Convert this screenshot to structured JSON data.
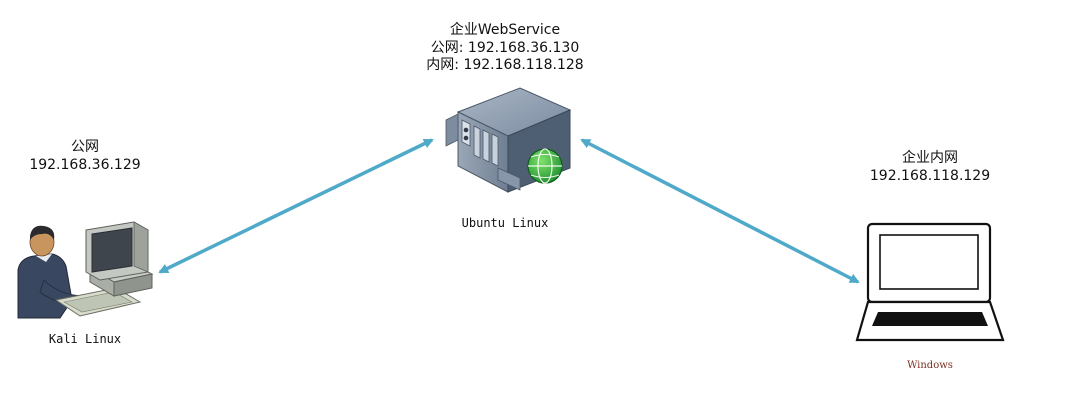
{
  "server": {
    "title": "企业WebService",
    "public_ip": "公网: 192.168.36.130",
    "internal_ip": "内网: 192.168.118.128",
    "os": "Ubuntu Linux"
  },
  "attacker": {
    "network": "公网",
    "ip": "192.168.36.129",
    "os": "Kali Linux"
  },
  "client": {
    "network": "企业内网",
    "ip": "192.168.118.129",
    "os": "Windows"
  },
  "colors": {
    "link": "#4fa9c9",
    "server_body": "#5c6f86",
    "client_os_text": "#7a3020"
  },
  "icons": [
    "server-icon",
    "globe-icon",
    "workstation-user-icon",
    "laptop-icon"
  ]
}
